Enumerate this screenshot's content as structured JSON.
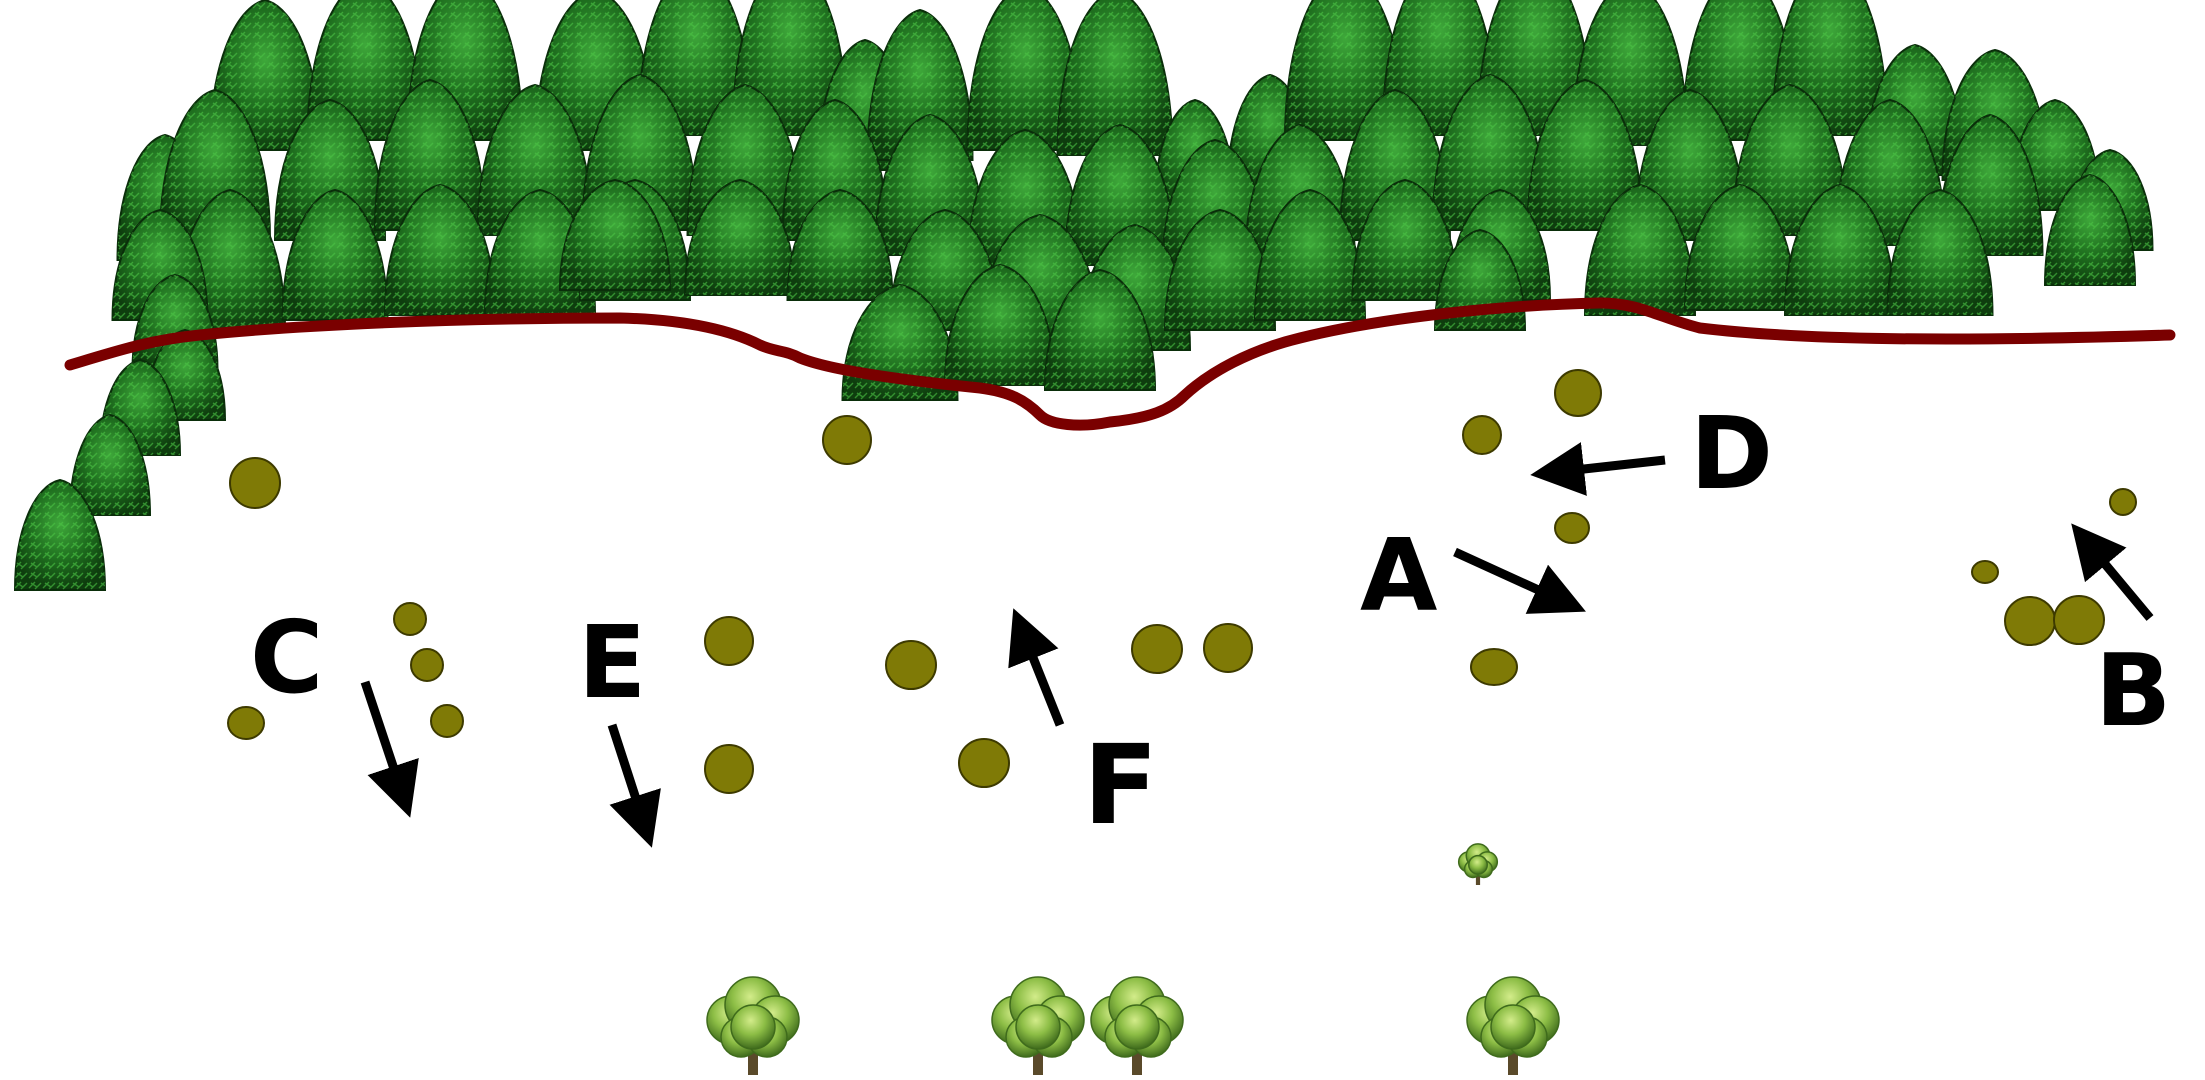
{
  "colors": {
    "forest_dark": "#0e3d0e",
    "forest_mid": "#1f6f1f",
    "forest_light": "#3ea83a",
    "boundary": "#7a0000",
    "circle_fill": "#7f7a06",
    "circle_stroke": "#3d3a00",
    "arrow": "#000000",
    "tree_light": "#a9d25a",
    "tree_mid": "#6fa634",
    "tree_dark": "#3f6b1c",
    "tree_trunk": "#5a4a2a"
  },
  "labels": {
    "a": "A",
    "b": "B",
    "c": "C",
    "d": "D",
    "e": "E",
    "f": "F"
  },
  "icons": {
    "forest": "conifer-forest-icon",
    "tree": "deciduous-tree-icon",
    "circle": "circle-marker-icon",
    "arrow": "arrow-icon",
    "boundary": "boundary-line-icon"
  }
}
